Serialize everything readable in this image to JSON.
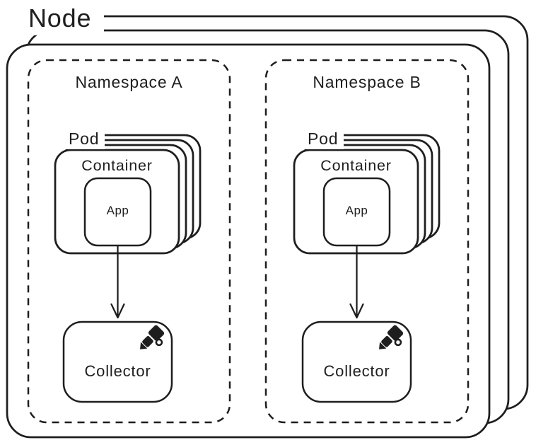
{
  "colors": {
    "stroke": "#1e1e1e",
    "background": "#ffffff",
    "text": "#1e1e1e"
  },
  "node": {
    "label": "Node",
    "stack_count": 3
  },
  "namespaces": [
    {
      "label": "Namespace A",
      "pod_label": "Pod",
      "pod_stack_count": 4,
      "container_label": "Container",
      "app_label": "App",
      "collector_label": "Collector",
      "collector_icon": "telescope-icon"
    },
    {
      "label": "Namespace B",
      "pod_label": "Pod",
      "pod_stack_count": 4,
      "container_label": "Container",
      "app_label": "App",
      "collector_label": "Collector",
      "collector_icon": "telescope-icon"
    }
  ],
  "edges": [
    {
      "from": "App",
      "to": "Collector",
      "namespace": "Namespace A"
    },
    {
      "from": "App",
      "to": "Collector",
      "namespace": "Namespace B"
    }
  ]
}
